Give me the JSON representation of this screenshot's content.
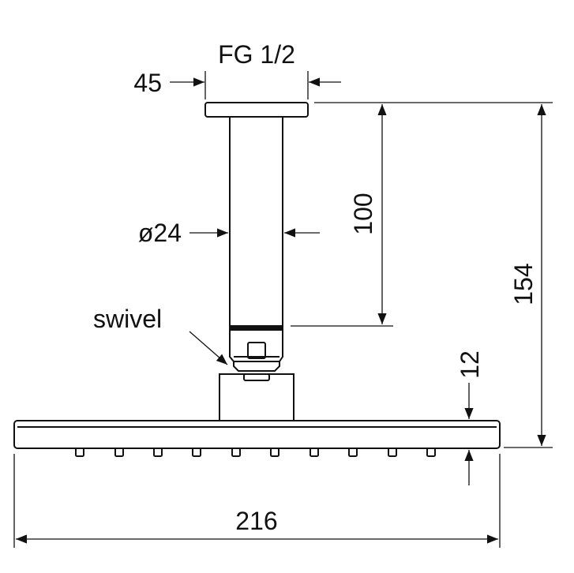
{
  "labels": {
    "thread": "FG 1/2",
    "flange_width": "45",
    "pipe_diameter": "ø24",
    "pipe_length": "100",
    "total_height": "154",
    "swivel": "swivel",
    "head_thickness": "12",
    "head_width": "216"
  },
  "colors": {
    "line": "#111111",
    "background": "#ffffff"
  }
}
